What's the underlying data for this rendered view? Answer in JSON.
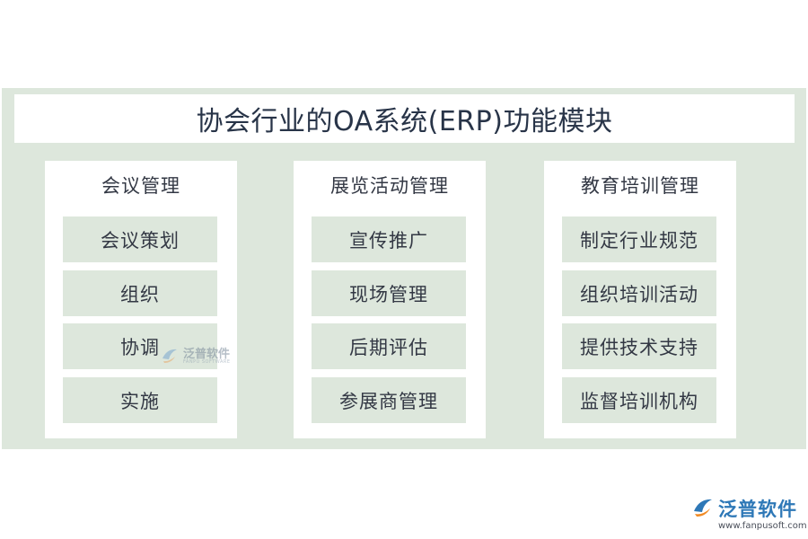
{
  "title": "协会行业的OA系统(ERP)功能模块",
  "columns": [
    {
      "heading": "会议管理",
      "items": [
        "会议策划",
        "组织",
        "协调",
        "实施"
      ]
    },
    {
      "heading": "展览活动管理",
      "items": [
        "宣传推广",
        "现场管理",
        "后期评估",
        "参展商管理"
      ]
    },
    {
      "heading": "教育培训管理",
      "items": [
        "制定行业规范",
        "组织培训活动",
        "提供技术支持",
        "监督培训机构"
      ]
    }
  ],
  "watermark": {
    "name": "泛普软件",
    "sub": "FANPU SOFTWARE",
    "icon": "fanpu-logo-icon"
  },
  "brand": {
    "name": "泛普软件",
    "url": "www.fanpusoft.com",
    "icon": "fanpu-logo-icon"
  },
  "colors": {
    "panel": "#dde7dc",
    "box": "#ffffff",
    "text": "#333844",
    "brand_blue": "#2e78b7",
    "brand_orange": "#f08a24"
  }
}
